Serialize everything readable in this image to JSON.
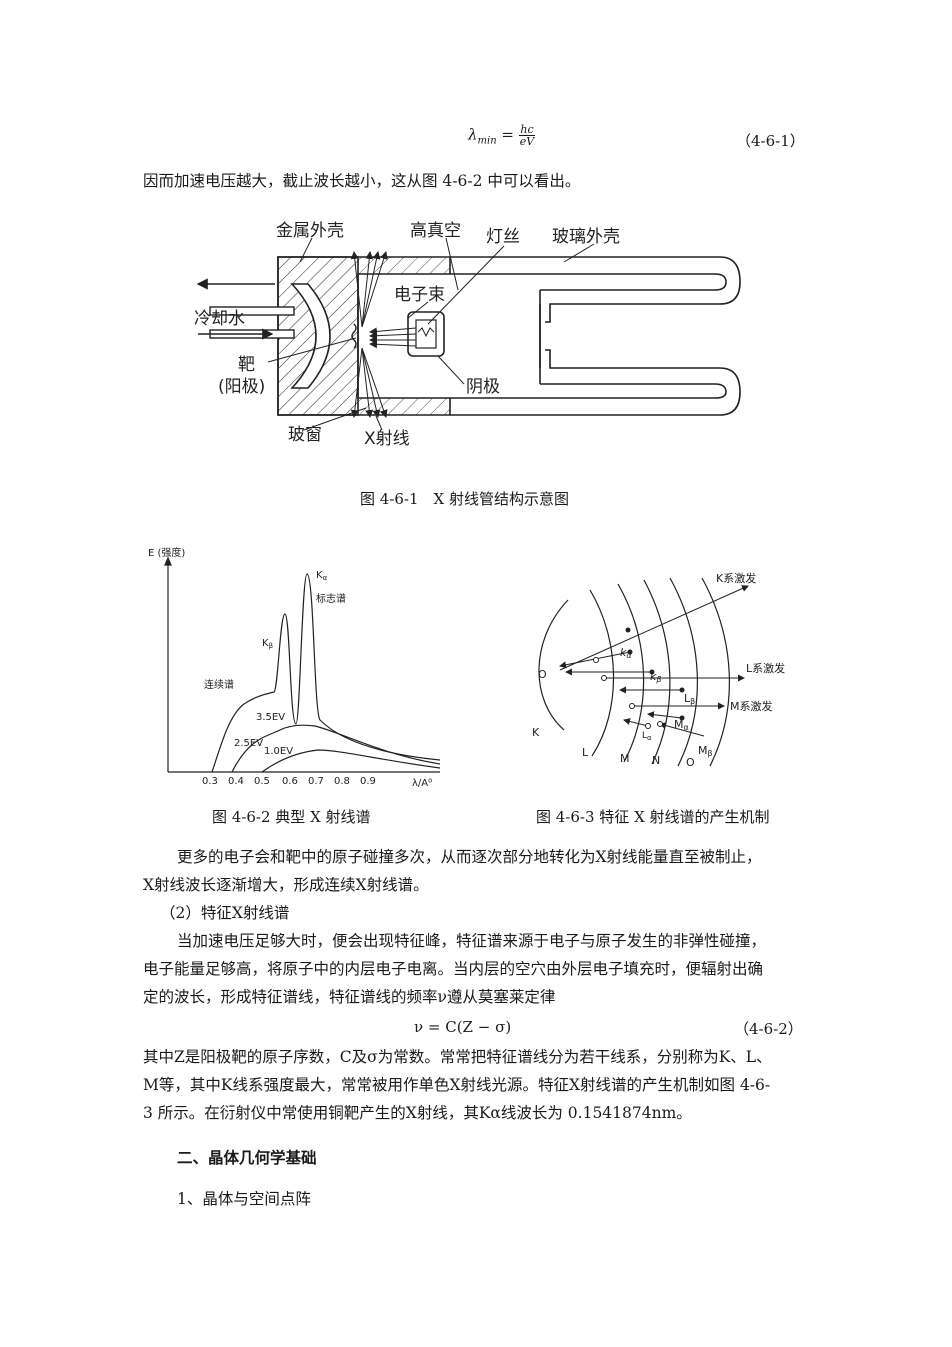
{
  "formula1": {
    "lhs": "λ",
    "sub": "min",
    "eq": " = ",
    "num": "hc",
    "den": "eV",
    "number": "（4-6-1）"
  },
  "para1": "因而加速电压越大，截止波长越小，这从图 4-6-2 中可以看出。",
  "fig1": {
    "labels": {
      "metal_shell": "金属外壳",
      "high_vacuum": "高真空",
      "filament": "灯丝",
      "glass_shell": "玻璃外壳",
      "electron_beam": "电子束",
      "cooling_water": "冷却水",
      "target_1": "靶",
      "target_2": "(阳极)",
      "cathode": "阴极",
      "glass_window": "玻窗",
      "xray": "X射线"
    },
    "caption": "图 4-6-1　X 射线管结构示意图"
  },
  "fig2": {
    "ylabel": "E (强度)",
    "k_alpha": "K",
    "k_alpha_sub": "α",
    "char_label": "标志谱",
    "k_beta": "K",
    "k_beta_sub": "β",
    "cont_label": "连续谱",
    "v35": "3.5EV",
    "v25": "2.5EV",
    "v10": "1.0EV",
    "xticks": [
      "0.3",
      "0.4",
      "0.5",
      "0.6",
      "0.7",
      "0.8",
      "0.9"
    ],
    "xlabel": "λ/A⁰",
    "caption": "图 4-6-2  典型 X 射线谱"
  },
  "fig3": {
    "k_exc": "K系激发",
    "l_exc": "L系激发",
    "m_exc": "M系激发",
    "nucleus": "O",
    "shell_K": "K",
    "shell_L": "L",
    "shell_M": "M",
    "shell_N": "N",
    "shell_O": "O",
    "ka": "k",
    "ka_sub": "α",
    "kb": "k",
    "kb_sub": "β",
    "lb": "L",
    "lb_sub": "β",
    "ma": "M",
    "ma_sub": "α",
    "la": "L",
    "la_sub": "α",
    "mb": "M",
    "mb_sub": "β",
    "caption": "图 4-6-3  特征 X 射线谱的产生机制"
  },
  "para2_l1": "更多的电子会和靶中的原子碰撞多次，从而逐次部分地转化为X射线能量直至被制止，",
  "para2_l2": "X射线波长逐渐增大，形成连续X射线谱。",
  "sub_heading": "（2）特征X射线谱",
  "para3_l1": "当加速电压足够大时，便会出现特征峰，特征谱来源于电子与原子发生的非弹性碰撞，",
  "para3_l2": "电子能量足够高，将原子中的内层电子电离。当内层的空穴由外层电子填充时，便辐射出确",
  "para3_l3": "定的波长，形成特征谱线，特征谱线的频率ν遵从莫塞莱定律",
  "formula2": {
    "text": "ν = C(Z − σ)",
    "number": "（4-6-2）"
  },
  "para4_l1": "其中Z是阳极靶的原子序数，C及σ为常数。常常把特征谱线分为若干线系，分别称为K、L、",
  "para4_l2": "M等，其中K线系强度最大，常常被用作单色X射线光源。特征X射线谱的产生机制如图 4-6-",
  "para4_l3": "3 所示。在衍射仪中常使用铜靶产生的X射线，其Kα线波长为 0.1541874nm。",
  "section_heading": "二、晶体几何学基础",
  "subsection": "1、晶体与空间点阵"
}
